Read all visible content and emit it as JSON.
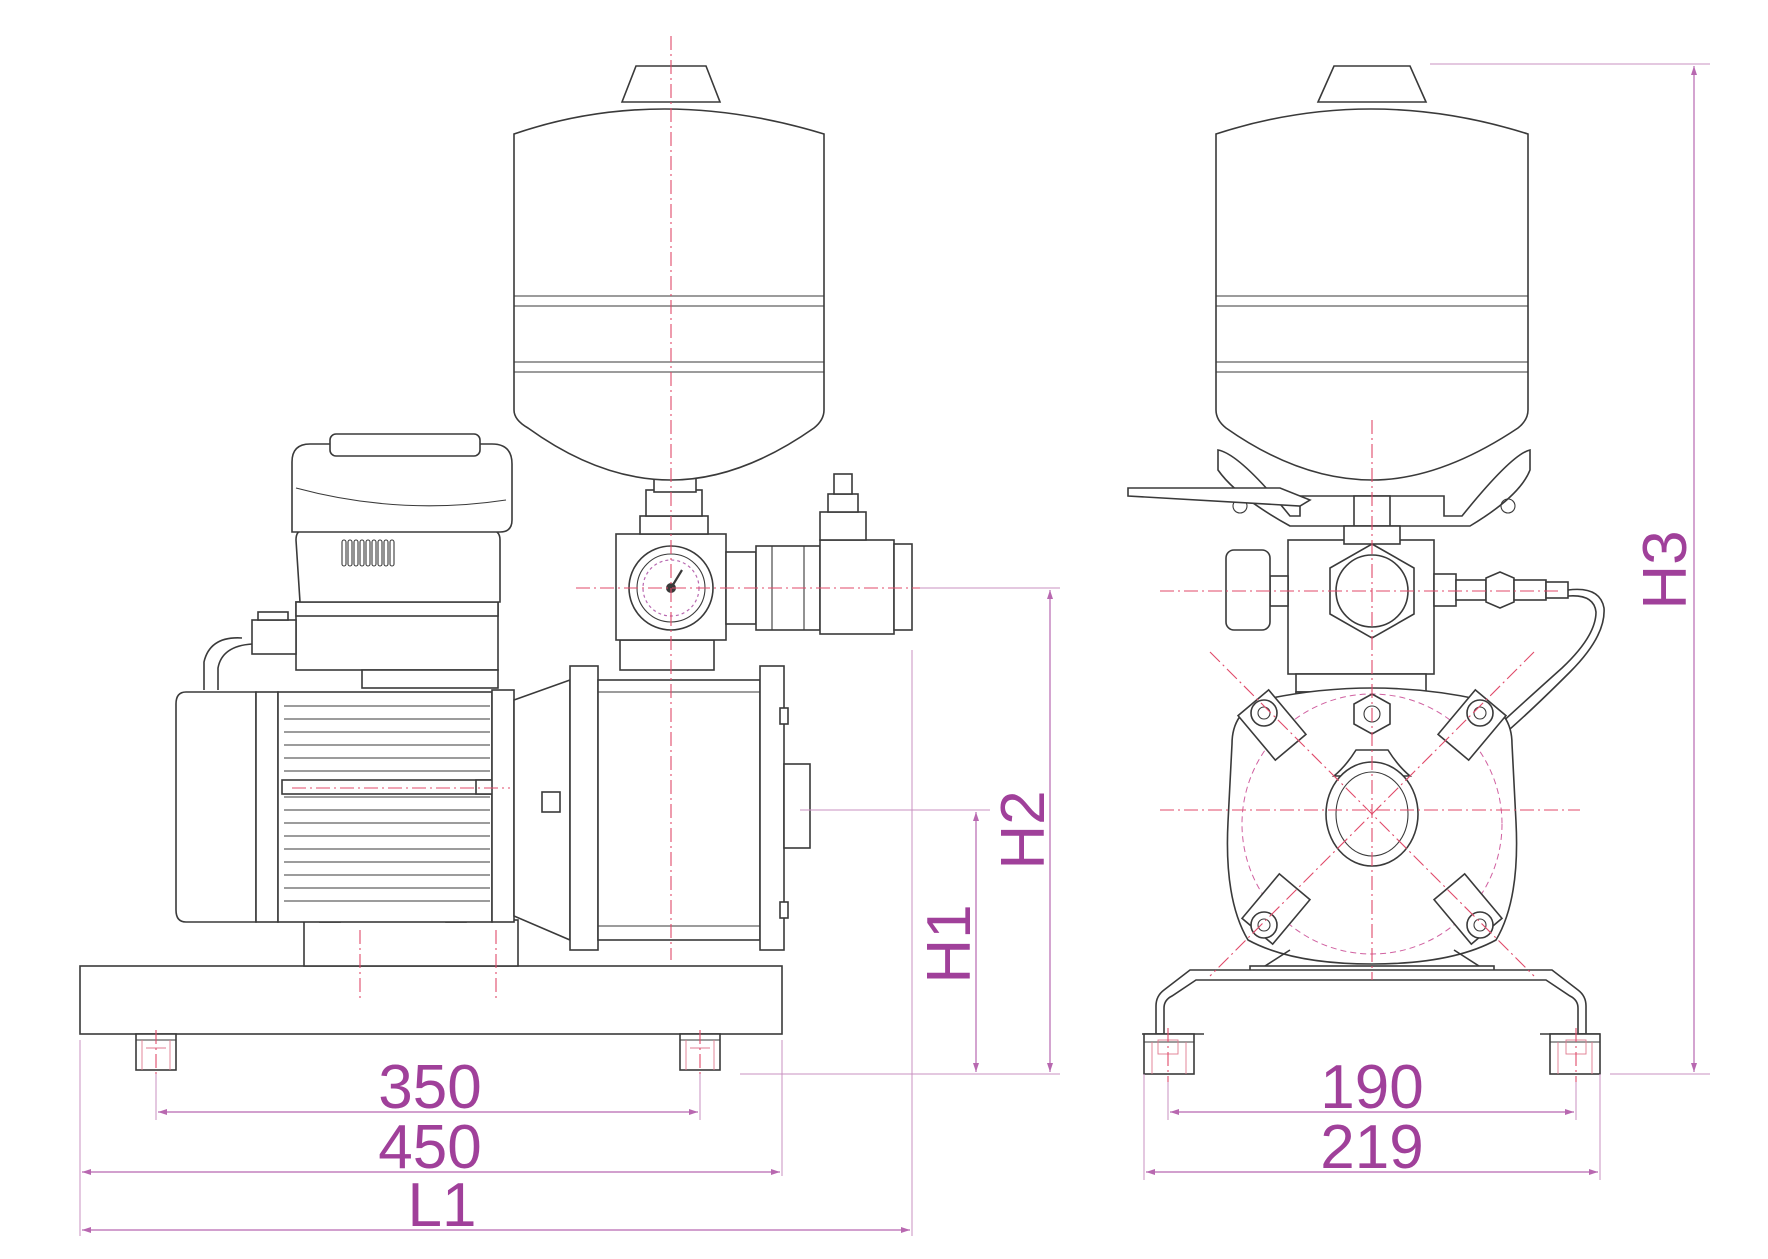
{
  "colors": {
    "line": "#3a3a3a",
    "centerline": "#e04a6a",
    "dimension": "#a0409a"
  },
  "dimensions": {
    "side_view": {
      "foot_spacing": "350",
      "base_length": "450",
      "overall_length": "L1",
      "shaft_height": "H1",
      "outlet_height": "H2"
    },
    "front_view": {
      "foot_spacing": "190",
      "base_width": "219",
      "overall_height": "H3"
    }
  }
}
